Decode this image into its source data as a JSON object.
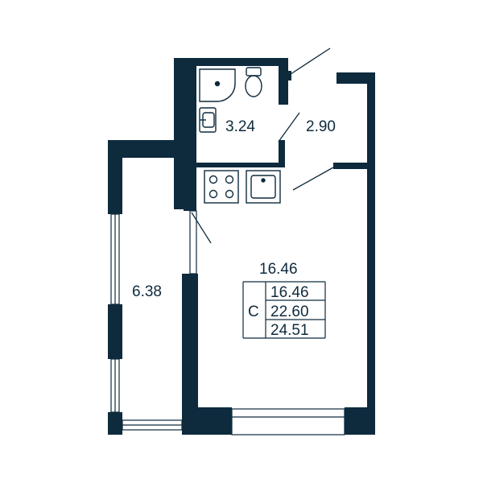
{
  "colors": {
    "wall": "#0e2a3d",
    "line": "#0e2a3d",
    "fill": "#ffffff"
  },
  "rooms": {
    "bathroom": {
      "area": "3.24"
    },
    "hallway": {
      "area": "2.90"
    },
    "balcony": {
      "area": "6.38"
    },
    "studio": {
      "area": "16.46"
    }
  },
  "summary": {
    "type_label": "С",
    "living_area": "16.46",
    "total_area": "22.60",
    "total_with_balcony": "24.51"
  },
  "fixtures": [
    "shower-icon",
    "toilet-icon",
    "sink-icon",
    "stove-icon",
    "kitchen-sink-icon"
  ]
}
